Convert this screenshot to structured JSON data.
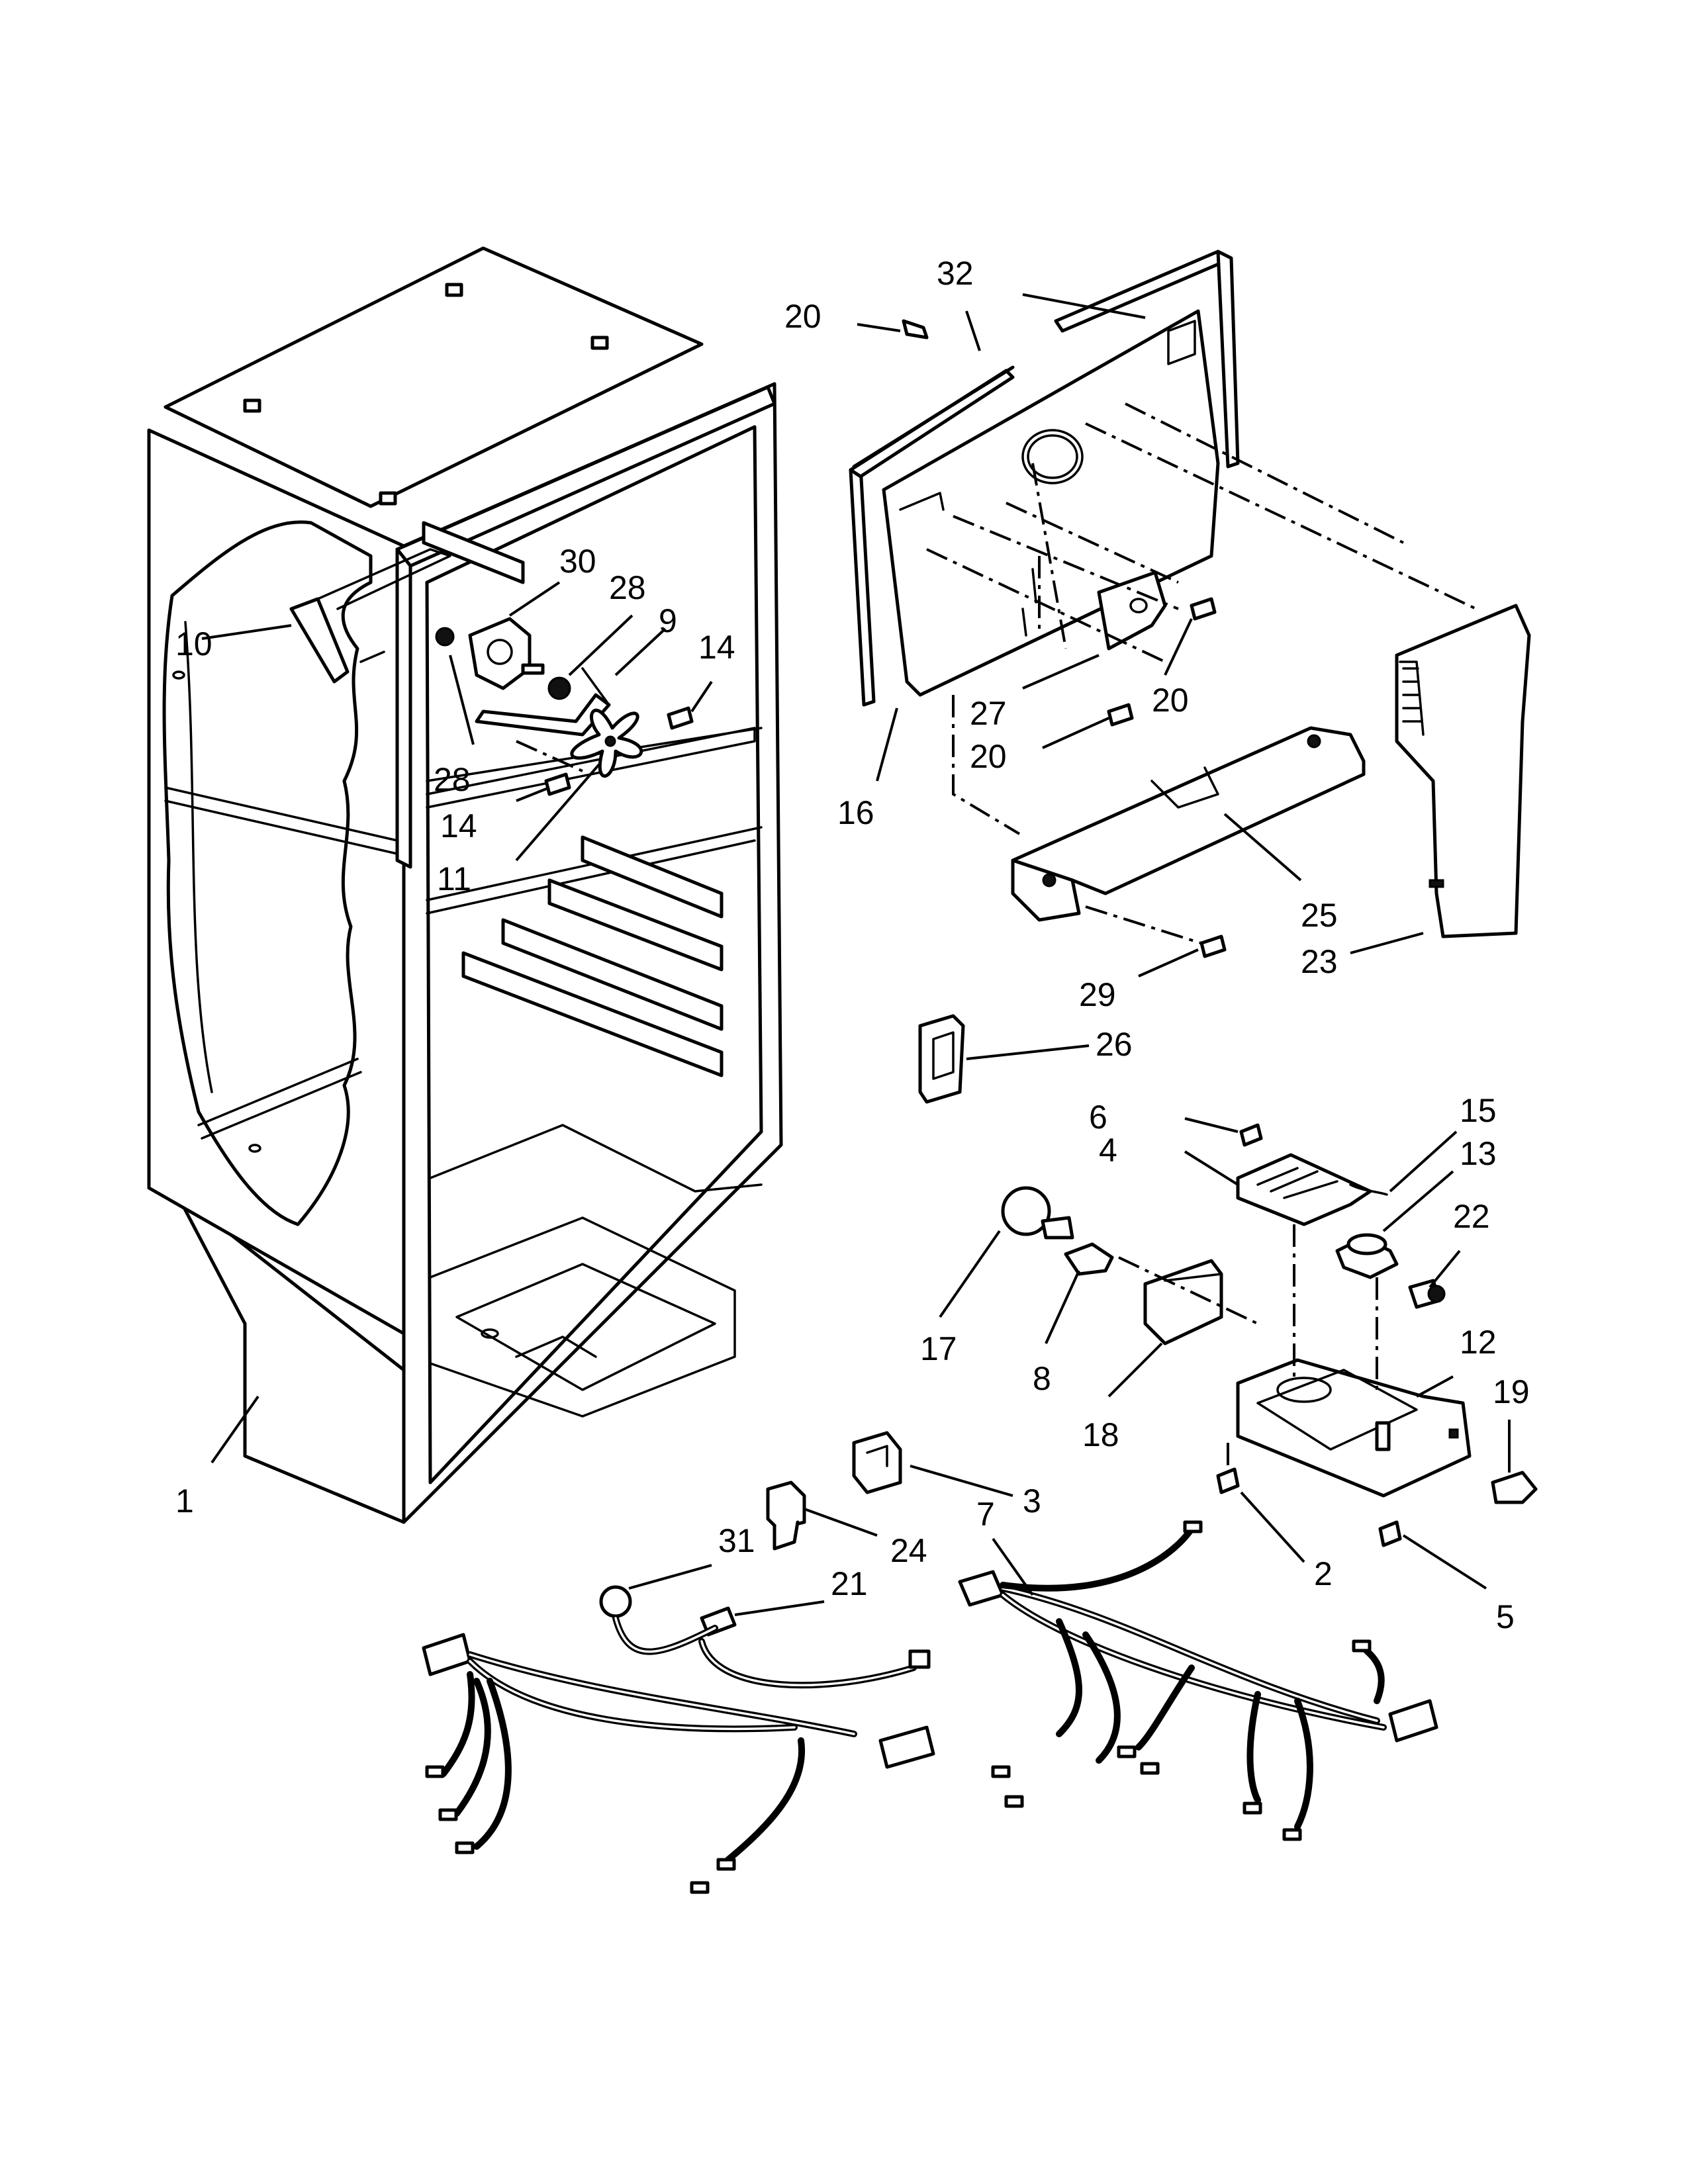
{
  "diagram": {
    "callouts": [
      {
        "id": "c1",
        "label": "1"
      },
      {
        "id": "c2",
        "label": "2"
      },
      {
        "id": "c3",
        "label": "3"
      },
      {
        "id": "c4",
        "label": "4"
      },
      {
        "id": "c5",
        "label": "5"
      },
      {
        "id": "c6",
        "label": "6"
      },
      {
        "id": "c7",
        "label": "7"
      },
      {
        "id": "c8",
        "label": "8"
      },
      {
        "id": "c9",
        "label": "9"
      },
      {
        "id": "c10",
        "label": "10"
      },
      {
        "id": "c11",
        "label": "11"
      },
      {
        "id": "c12",
        "label": "12"
      },
      {
        "id": "c13",
        "label": "13"
      },
      {
        "id": "c14a",
        "label": "14"
      },
      {
        "id": "c14b",
        "label": "14"
      },
      {
        "id": "c15",
        "label": "15"
      },
      {
        "id": "c16",
        "label": "16"
      },
      {
        "id": "c17",
        "label": "17"
      },
      {
        "id": "c18",
        "label": "18"
      },
      {
        "id": "c19",
        "label": "19"
      },
      {
        "id": "c20a",
        "label": "20"
      },
      {
        "id": "c20b",
        "label": "20"
      },
      {
        "id": "c20c",
        "label": "20"
      },
      {
        "id": "c21",
        "label": "21"
      },
      {
        "id": "c22",
        "label": "22"
      },
      {
        "id": "c23",
        "label": "23"
      },
      {
        "id": "c24",
        "label": "24"
      },
      {
        "id": "c25",
        "label": "25"
      },
      {
        "id": "c26",
        "label": "26"
      },
      {
        "id": "c27",
        "label": "27"
      },
      {
        "id": "c28a",
        "label": "28"
      },
      {
        "id": "c28b",
        "label": "28"
      },
      {
        "id": "c29",
        "label": "29"
      },
      {
        "id": "c30",
        "label": "30"
      },
      {
        "id": "c31",
        "label": "31"
      },
      {
        "id": "c32",
        "label": "32"
      }
    ]
  }
}
